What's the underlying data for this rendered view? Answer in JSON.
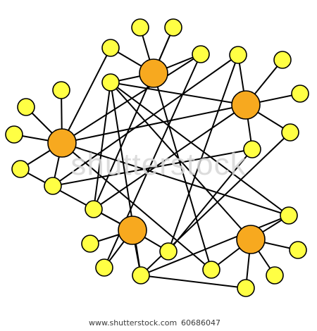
{
  "colors": {
    "edge": "#000000",
    "hub_fill": "#f7a91f",
    "hub_stroke": "#000000",
    "leaf_fill": "#ffff44",
    "leaf_stroke": "#000000",
    "background": "#ffffff"
  },
  "watermark": {
    "text": "shutterstock"
  },
  "footer": {
    "source": "www.shutterstock.com",
    "image_id": "60686047"
  },
  "diagram": {
    "hub_count": 5,
    "leaf_count": 26
  }
}
